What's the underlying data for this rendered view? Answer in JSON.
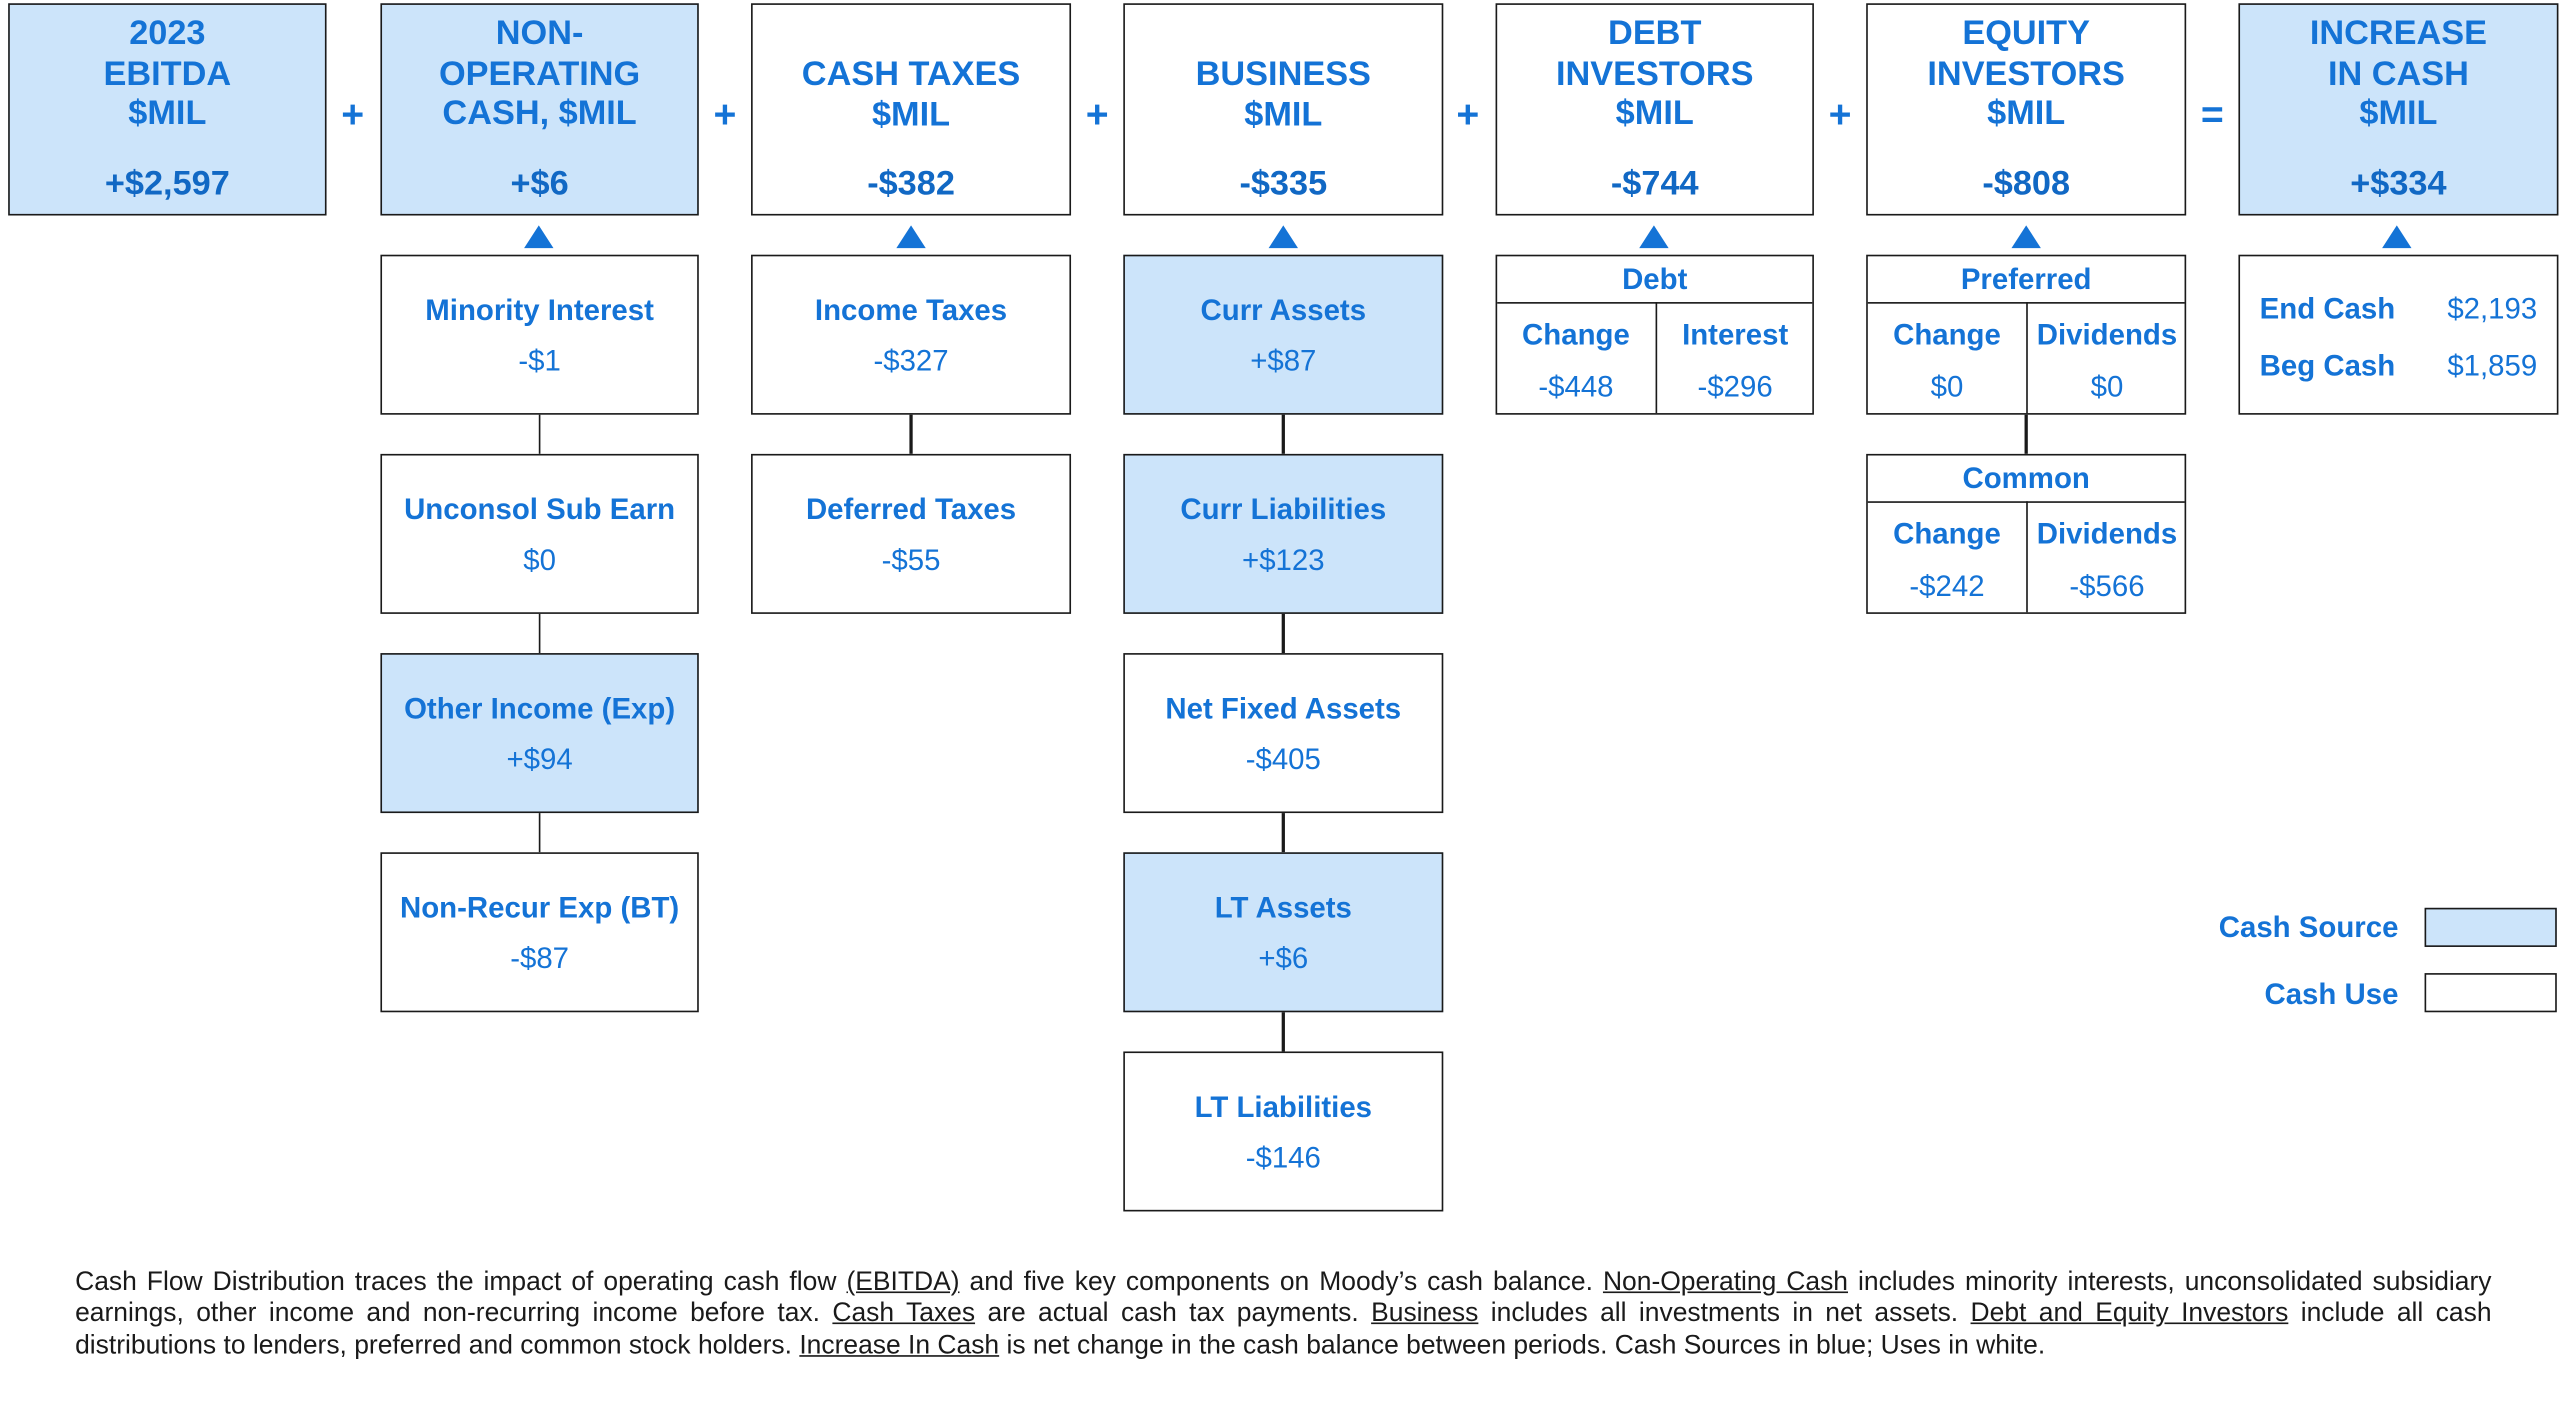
{
  "headers": [
    {
      "title": "2023\nEBITDA\n$MIL",
      "value": "+$2,597",
      "type": "source"
    },
    {
      "title": "NON-\nOPERATING\nCASH, $MIL",
      "value": "+$6",
      "type": "source"
    },
    {
      "title": "CASH TAXES\n$MIL",
      "value": "-$382",
      "type": "use"
    },
    {
      "title": "BUSINESS\n$MIL",
      "value": "-$335",
      "type": "use"
    },
    {
      "title": "DEBT\nINVESTORS\n$MIL",
      "value": "-$744",
      "type": "use"
    },
    {
      "title": "EQUITY\nINVESTORS\n$MIL",
      "value": "-$808",
      "type": "use"
    },
    {
      "title": "INCREASE\nIN CASH\n$MIL",
      "value": "+$334",
      "type": "source"
    }
  ],
  "operators": [
    "+",
    "+",
    "+",
    "+",
    "+",
    "="
  ],
  "non_operating": [
    {
      "label": "Minority Interest",
      "value": "-$1",
      "type": "use"
    },
    {
      "label": "Unconsol Sub Earn",
      "value": "$0",
      "type": "use"
    },
    {
      "label": "Other Income (Exp)",
      "value": "+$94",
      "type": "source"
    },
    {
      "label": "Non-Recur Exp (BT)",
      "value": "-$87",
      "type": "use"
    }
  ],
  "cash_taxes": [
    {
      "label": "Income Taxes",
      "value": "-$327",
      "type": "use"
    },
    {
      "label": "Deferred Taxes",
      "value": "-$55",
      "type": "use"
    }
  ],
  "business": [
    {
      "label": "Curr Assets",
      "value": "+$87",
      "type": "source"
    },
    {
      "label": "Curr Liabilities",
      "value": "+$123",
      "type": "source"
    },
    {
      "label": "Net Fixed Assets",
      "value": "-$405",
      "type": "use"
    },
    {
      "label": "LT Assets",
      "value": "+$6",
      "type": "source"
    },
    {
      "label": "LT Liabilities",
      "value": "-$146",
      "type": "use"
    }
  ],
  "debt": {
    "heading": "Debt",
    "cols": [
      {
        "label": "Change",
        "value": "-$448"
      },
      {
        "label": "Interest",
        "value": "-$296"
      }
    ]
  },
  "preferred": {
    "heading": "Preferred",
    "cols": [
      {
        "label": "Change",
        "value": "$0"
      },
      {
        "label": "Dividends",
        "value": "$0"
      }
    ]
  },
  "common": {
    "heading": "Common",
    "cols": [
      {
        "label": "Change",
        "value": "-$242"
      },
      {
        "label": "Dividends",
        "value": "-$566"
      }
    ]
  },
  "cash": {
    "end_label": "End Cash",
    "end_value": "$2,193",
    "beg_label": "Beg Cash",
    "beg_value": "$1,859"
  },
  "legend": {
    "source_label": "Cash Source",
    "use_label": "Cash Use"
  },
  "colors": {
    "source_fill": "#cce4fa",
    "use_fill": "#ffffff",
    "text_blue": "#1473d6",
    "border": "#1a1a1a"
  },
  "footnote": {
    "p1": "Cash Flow Distribution traces the impact of operating cash flow ",
    "u1": "(EBITDA)",
    "p2": " and five key components on Moody’s cash balance. ",
    "u2": "Non-Operating  Cash",
    "p3": " includes minority interests, unconsolidated subsidiary earnings, other income and non-recurring  income before tax. ",
    "u3": "Cash Taxes",
    "p4": " are actual cash tax payments. ",
    "u4": "Business",
    "p5": " includes all investments in net assets. ",
    "u5": "Debt and Equity Investors",
    "p6": " include all cash distributions to lenders, preferred and common stock holders. ",
    "u6": "Increase In Cash",
    "p7": " is net change in the cash balance between periods. Cash Sources in blue; Uses in white."
  }
}
